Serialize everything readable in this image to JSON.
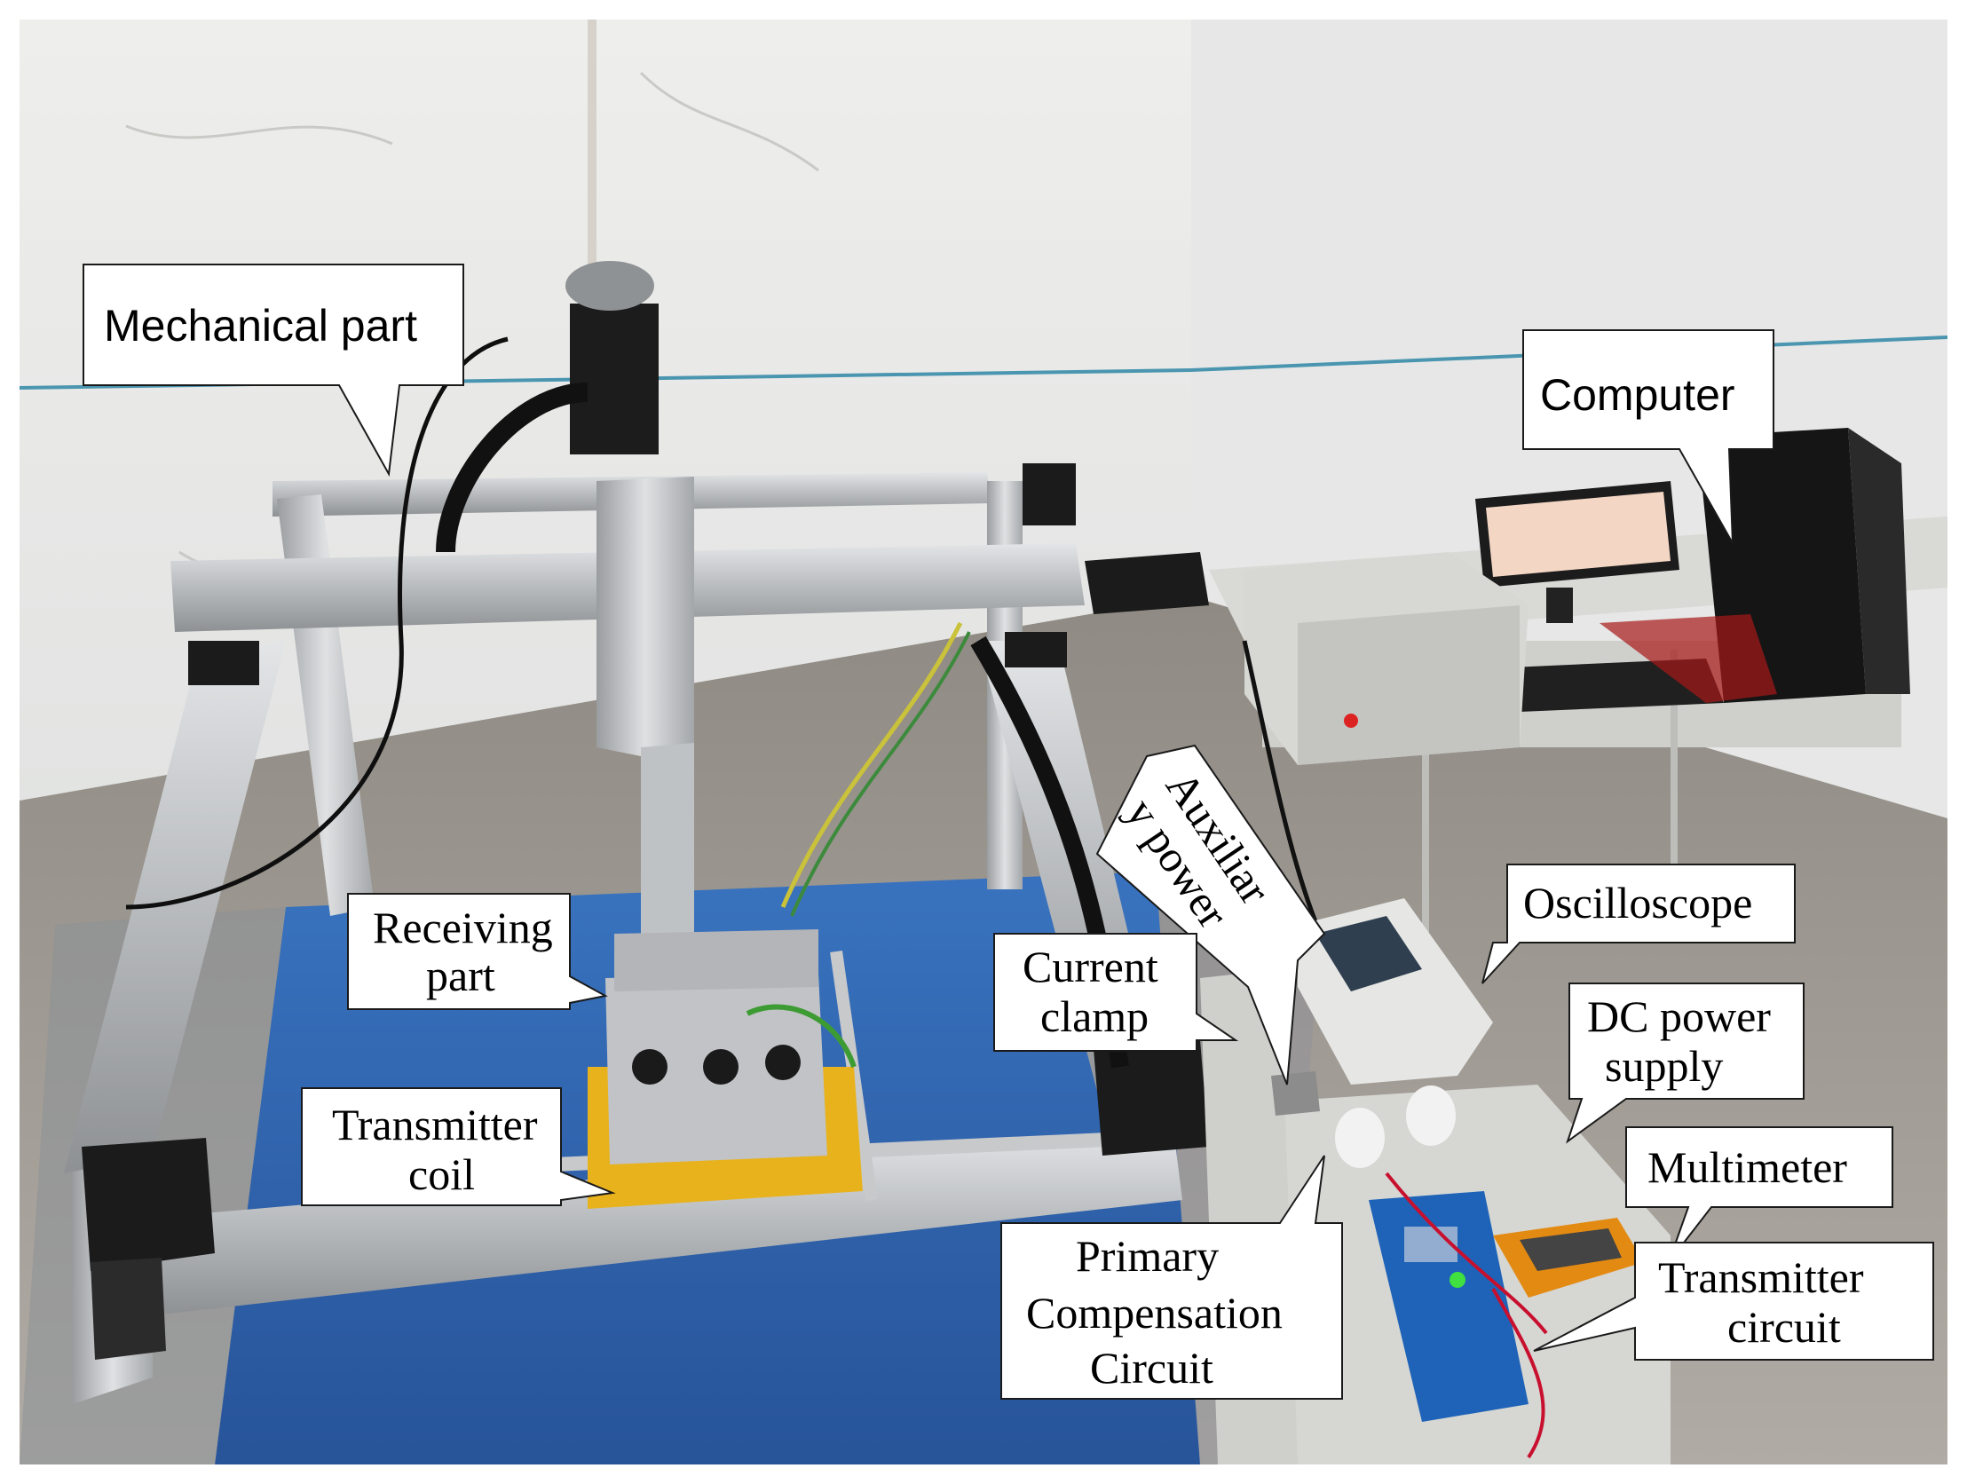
{
  "figure": {
    "callouts": {
      "mechanical_part": "Mechanical part",
      "computer": "Computer",
      "auxiliary_power_line1": "Auxiliar",
      "auxiliary_power_line2": "y power",
      "receiving_part_line1": "Receiving",
      "receiving_part_line2": "part",
      "current_clamp_line1": "Current",
      "current_clamp_line2": "clamp",
      "oscilloscope": "Oscilloscope",
      "dc_power_line1": "DC power",
      "dc_power_line2": "supply",
      "transmitter_coil_line1": "Transmitter",
      "transmitter_coil_line2": "coil",
      "multimeter": "Multimeter",
      "primary_comp_line1": "Primary",
      "primary_comp_line2": "Compensation",
      "primary_comp_line3": "Circuit",
      "transmitter_circuit_line1": "Transmitter",
      "transmitter_circuit_line2": "circuit"
    }
  },
  "colors": {
    "wall": "#ebebeb",
    "wall_stripe": "#4a95b0",
    "floor": "#a39e97",
    "aluminum": "#c9cbcd",
    "motor": "#1b1b1b",
    "coil_plate": "#e8b21c",
    "blue_floor": "#1f5eb8",
    "desk": "#d9d9d6",
    "pcb": "#1e63b8",
    "multimeter": "#e38a12"
  }
}
